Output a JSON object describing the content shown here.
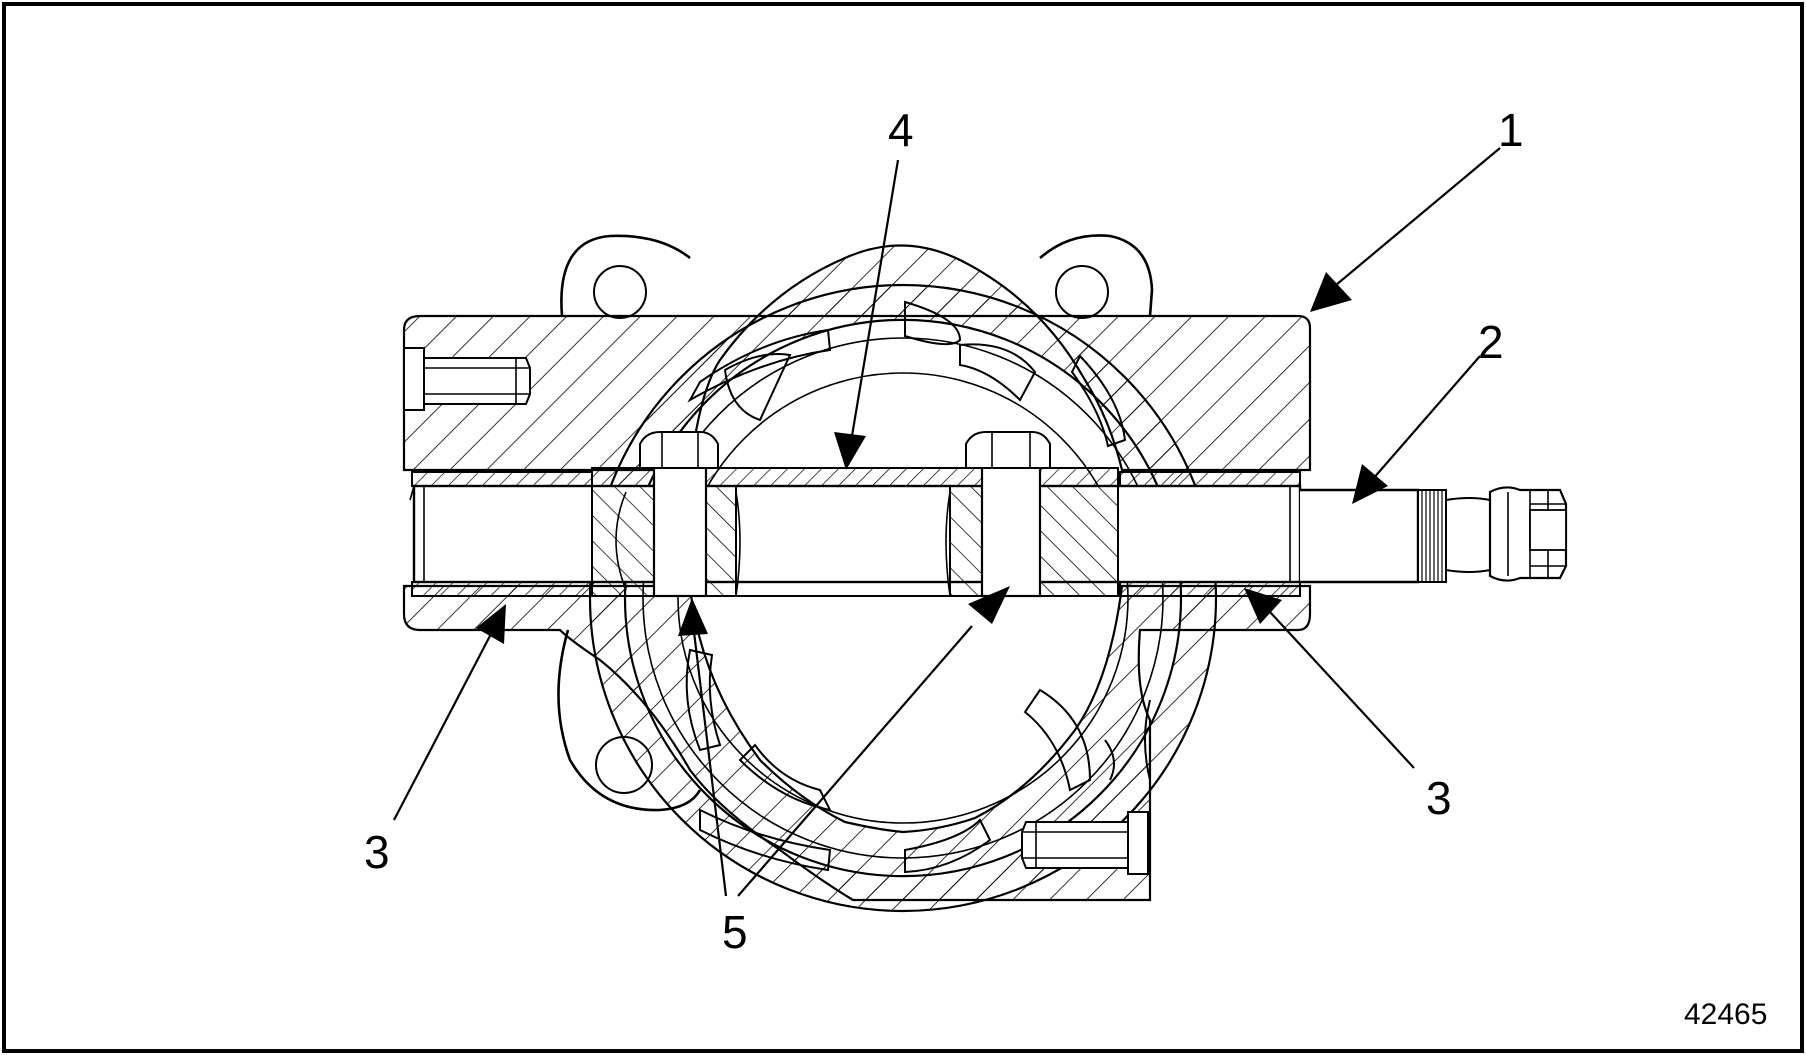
{
  "callouts": {
    "c1": "1",
    "c2": "2",
    "c3_left": "3",
    "c3_right": "3",
    "c4": "4",
    "c5": "5"
  },
  "figure_number": "42465"
}
